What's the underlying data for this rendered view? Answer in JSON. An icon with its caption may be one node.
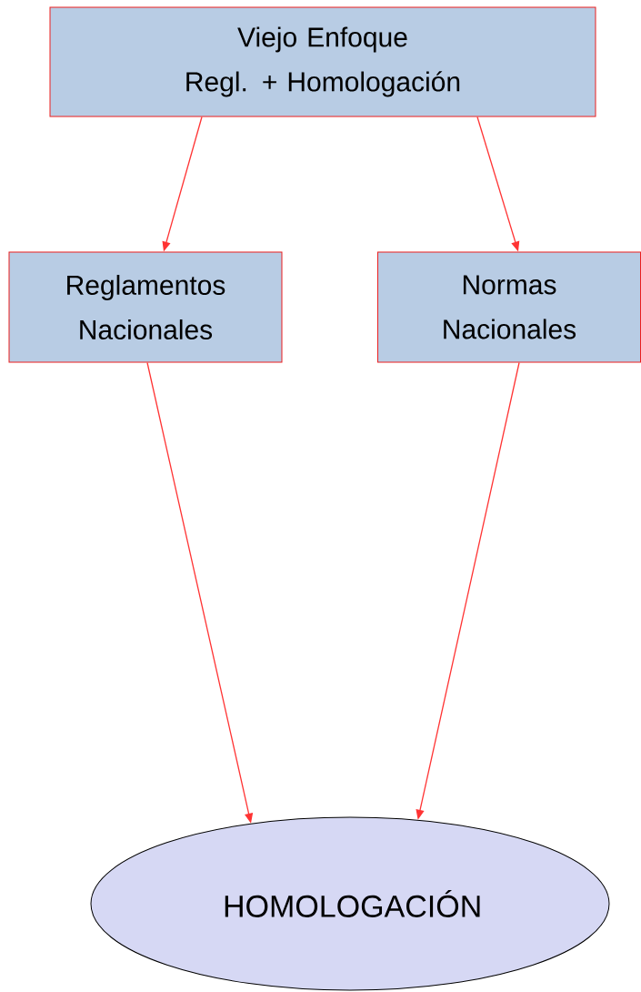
{
  "diagram": {
    "nodes": [
      {
        "text": [
          "Viejo Enfoque",
          "Regl. + Homologación"
        ]
      },
      {
        "text": [
          "Reglamentos Nacionales"
        ]
      },
      {
        "text": [
          "Normas Nacionales"
        ]
      },
      {
        "text": [
          "HOMOLOGACIÓN"
        ]
      }
    ],
    "edges": [
      {
        "from": 0,
        "to": 1,
        "arrow": "to"
      },
      {
        "from": 0,
        "to": 2,
        "arrow": "to"
      },
      {
        "from": 1,
        "to": 3,
        "arrow": "to"
      },
      {
        "from": 2,
        "to": 3,
        "arrow": "to"
      }
    ]
  }
}
